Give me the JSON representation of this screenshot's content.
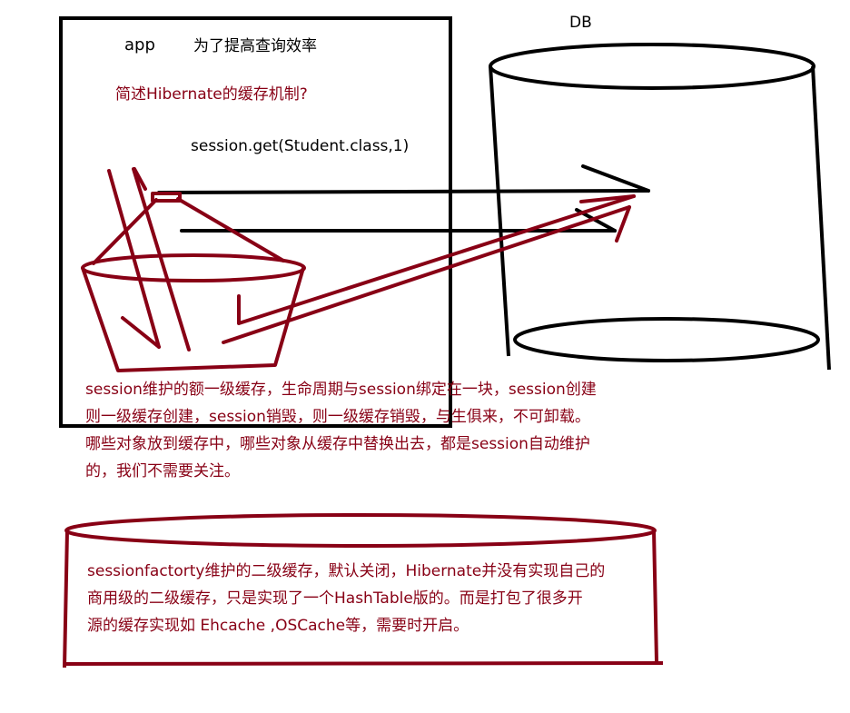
{
  "labels": {
    "app": "app",
    "goal": "为了提高查询效率",
    "question": "简述Hibernate的缓存机制?",
    "code": "session.get(Student.class,1)",
    "db": "DB"
  },
  "level1": {
    "lines": [
      "session维护的额一级缓存，生命周期与session绑定在一块，session创建",
      "则一级缓存创建，session销毁，则一级缓存销毁，与生俱来，不可卸载。",
      "哪些对象放到缓存中，哪些对象从缓存中替换出去，都是session自动维护",
      "的，我们不需要关注。"
    ]
  },
  "level2": {
    "lines": [
      "sessionfactorty维护的二级缓存，默认关闭，Hibernate并没有实现自己的",
      "商用级的二级缓存，只是实现了一个HashTable版的。而是打包了很多开",
      "源的缓存实现如 Ehcache ,OSCache等，需要时开启。"
    ]
  },
  "colors": {
    "ink": "#000000",
    "accent": "#880015",
    "background": "#ffffff"
  }
}
